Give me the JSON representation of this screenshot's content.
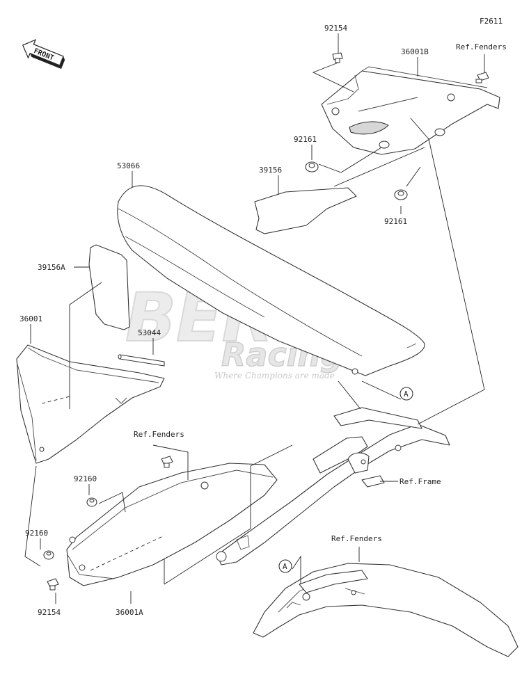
{
  "figure_code": "F2611",
  "front_label": "FRONT",
  "watermark": {
    "line1": "BERG",
    "line2": "Racing",
    "tagline": "Where Champions are made"
  },
  "callout_ref": "A",
  "parts": {
    "p92154_top": "92154",
    "p36001B": "36001B",
    "ref_fenders_top": "Ref.Fenders",
    "p92161_a": "92161",
    "p39156": "39156",
    "p92161_b": "92161",
    "p53066": "53066",
    "p39156A": "39156A",
    "p53044": "53044",
    "p36001": "36001",
    "ref_fenders_mid": "Ref.Fenders",
    "p92160_a": "92160",
    "ref_frame": "Ref.Frame",
    "p92160_b": "92160",
    "ref_fenders_bottom": "Ref.Fenders",
    "p92154_bottom": "92154",
    "p36001A": "36001A"
  }
}
